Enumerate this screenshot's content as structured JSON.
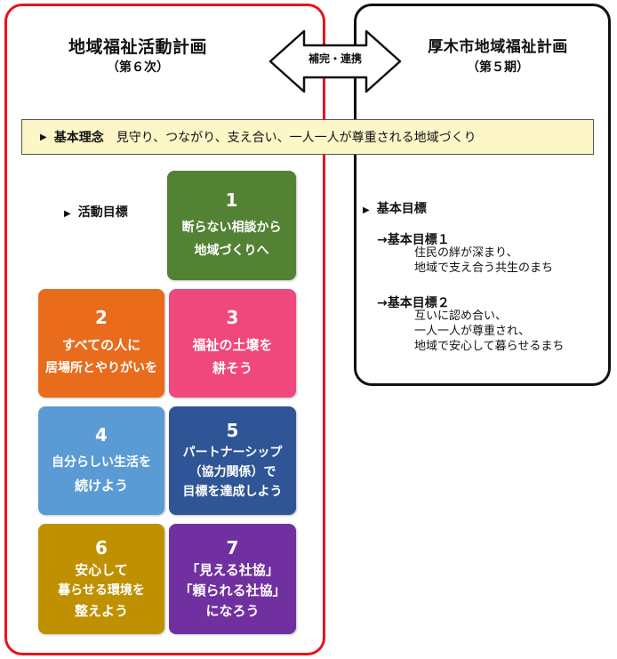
{
  "left_plan": {
    "title": "地域福祉活動計画",
    "subtitle": "（第６次）"
  },
  "right_plan": {
    "title": "厚木市地域福祉計画",
    "subtitle": "（第５期）"
  },
  "link_label": "補完・連携",
  "principle": {
    "label": "基本理念",
    "text": "見守り、つながり、支え合い、一人一人が尊重される地域づくり"
  },
  "activity_goals": {
    "label": "活動目標",
    "tiles": [
      {
        "number": "1",
        "lines": [
          "断らない相談から",
          "地域づくりへ"
        ],
        "color": "#548235"
      },
      {
        "number": "2",
        "lines": [
          "すべての人に",
          "居場所とやりがいを"
        ],
        "color": "#e96b1c"
      },
      {
        "number": "3",
        "lines": [
          "福祉の土壌を",
          "耕そう"
        ],
        "color": "#f0477c"
      },
      {
        "number": "4",
        "lines": [
          "自分らしい生活を",
          "続けよう"
        ],
        "color": "#5b9bd5"
      },
      {
        "number": "5",
        "lines": [
          "パートナーシップ",
          "（協力関係）で",
          "目標を達成しよう"
        ],
        "color": "#2f5597"
      },
      {
        "number": "6",
        "lines": [
          "安心して",
          "暮らせる環境を",
          "整えよう"
        ],
        "color": "#bf9000"
      },
      {
        "number": "7",
        "lines": [
          "「見える社協」",
          "「頼られる社協」",
          "になろう"
        ],
        "color": "#7030a0"
      }
    ]
  },
  "basic_goals": {
    "label": "基本目標",
    "goals": [
      {
        "heading": "→基本目標１",
        "lines": [
          "住民の絆が深まり、",
          "地域で支え合う共生のまち"
        ]
      },
      {
        "heading": "→基本目標２",
        "lines": [
          "互いに認め合い、",
          "一人一人が尊重され、",
          "地域で安心して暮らせるまち"
        ]
      }
    ]
  },
  "colors": {
    "left_frame": "#e8141c",
    "right_frame": "#111111",
    "principle_bg": "#fdf7c8"
  }
}
